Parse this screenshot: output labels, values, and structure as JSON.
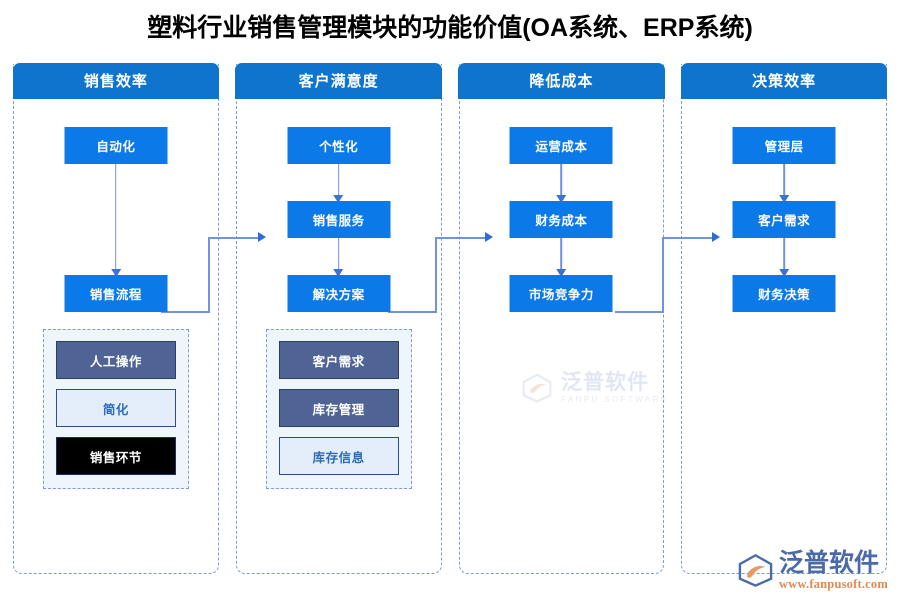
{
  "title": "塑料行业销售管理模块的功能价值(OA系统、ERP系统)",
  "colors": {
    "header_blue": "#0f74cd",
    "node_blue": "#0b7ae8",
    "connector_blue": "#6f93dd",
    "dashed_border": "#7f9ad4",
    "slate": "#4f6395",
    "light_fill": "#e4eefa",
    "light_text": "#2b6cb8",
    "dark": "#000000",
    "brand_blue": "#4a6aa8",
    "brand_orange": "#e08a52"
  },
  "columns": [
    {
      "header": "销售效率",
      "flow": [
        "自动化",
        "销售流程"
      ],
      "flow_style": "two-node",
      "group": [
        {
          "label": "人工操作",
          "style": "slate"
        },
        {
          "label": "简化",
          "style": "light"
        },
        {
          "label": "销售环节",
          "style": "dark"
        }
      ]
    },
    {
      "header": "客户满意度",
      "flow": [
        "个性化",
        "销售服务",
        "解决方案"
      ],
      "flow_style": "three-node",
      "group": [
        {
          "label": "客户需求",
          "style": "slate"
        },
        {
          "label": "库存管理",
          "style": "slate"
        },
        {
          "label": "库存信息",
          "style": "light"
        }
      ]
    },
    {
      "header": "降低成本",
      "flow": [
        "运营成本",
        "财务成本",
        "市场竞争力"
      ],
      "flow_style": "three-node",
      "group": []
    },
    {
      "header": "决策效率",
      "flow": [
        "管理层",
        "客户需求",
        "财务决策"
      ],
      "flow_style": "three-node",
      "group": []
    }
  ],
  "watermark": {
    "cn": "泛普软件",
    "en": "FANPU SOFTWARE"
  },
  "brand": {
    "cn": "泛普软件",
    "url": "www.fanpusoft.com"
  }
}
